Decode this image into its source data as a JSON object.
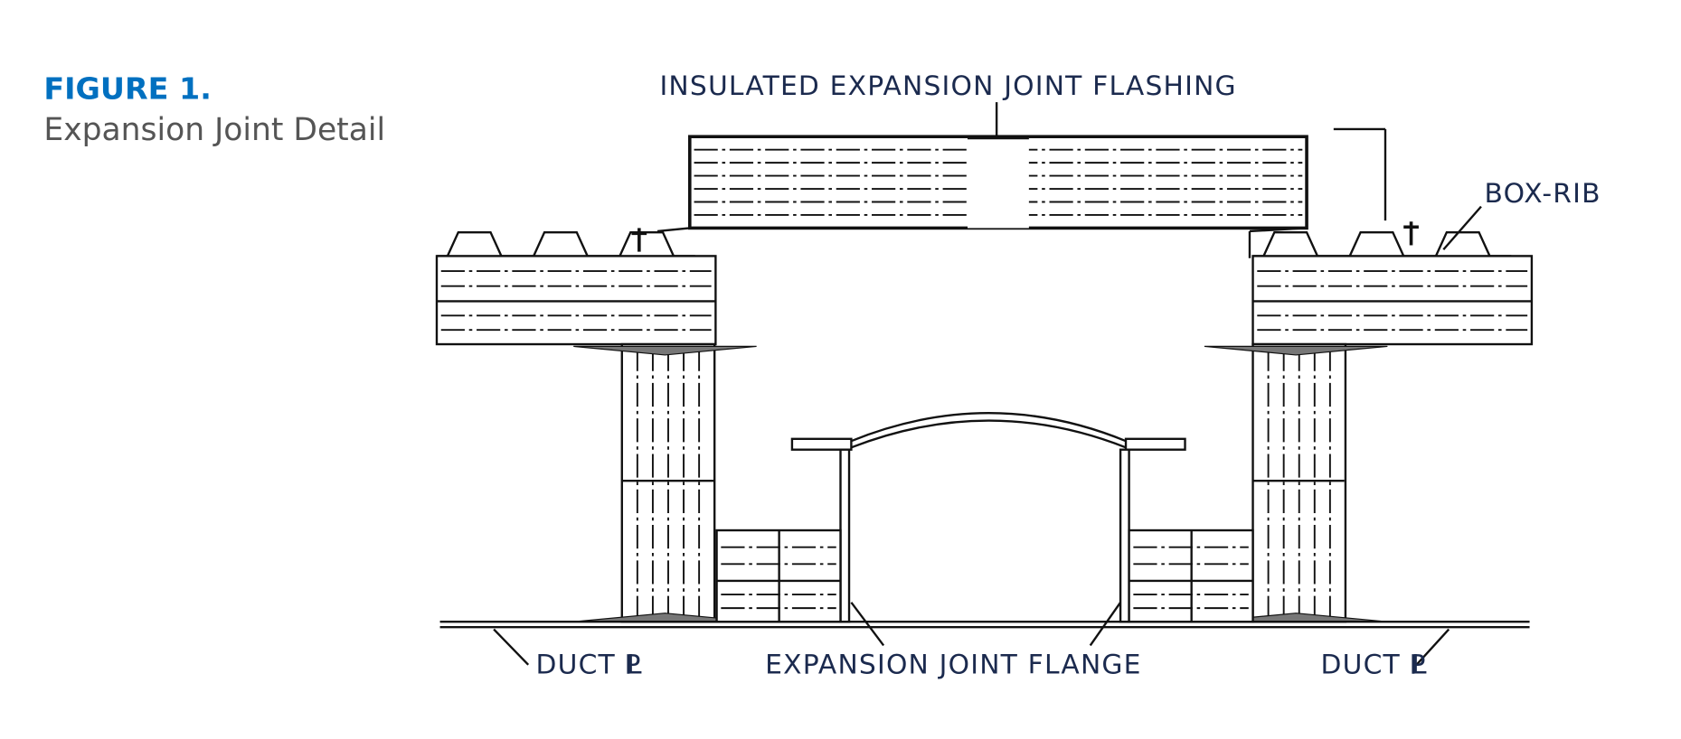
{
  "figure": {
    "number_label": "FIGURE 1.",
    "title": "Expansion Joint Detail",
    "title_color": "#0070c0",
    "subtitle_color": "#555555"
  },
  "labels": {
    "flashing": "INSULATED EXPANSION JOINT FLASHING",
    "box_rib": "BOX-RIB",
    "duct_left": "DUCT",
    "duct_right": "DUCT",
    "plate_symbol_p": "P",
    "plate_symbol_l": "L",
    "flange": "EXPANSION JOINT FLANGE",
    "label_color": "#1b2a4e"
  }
}
